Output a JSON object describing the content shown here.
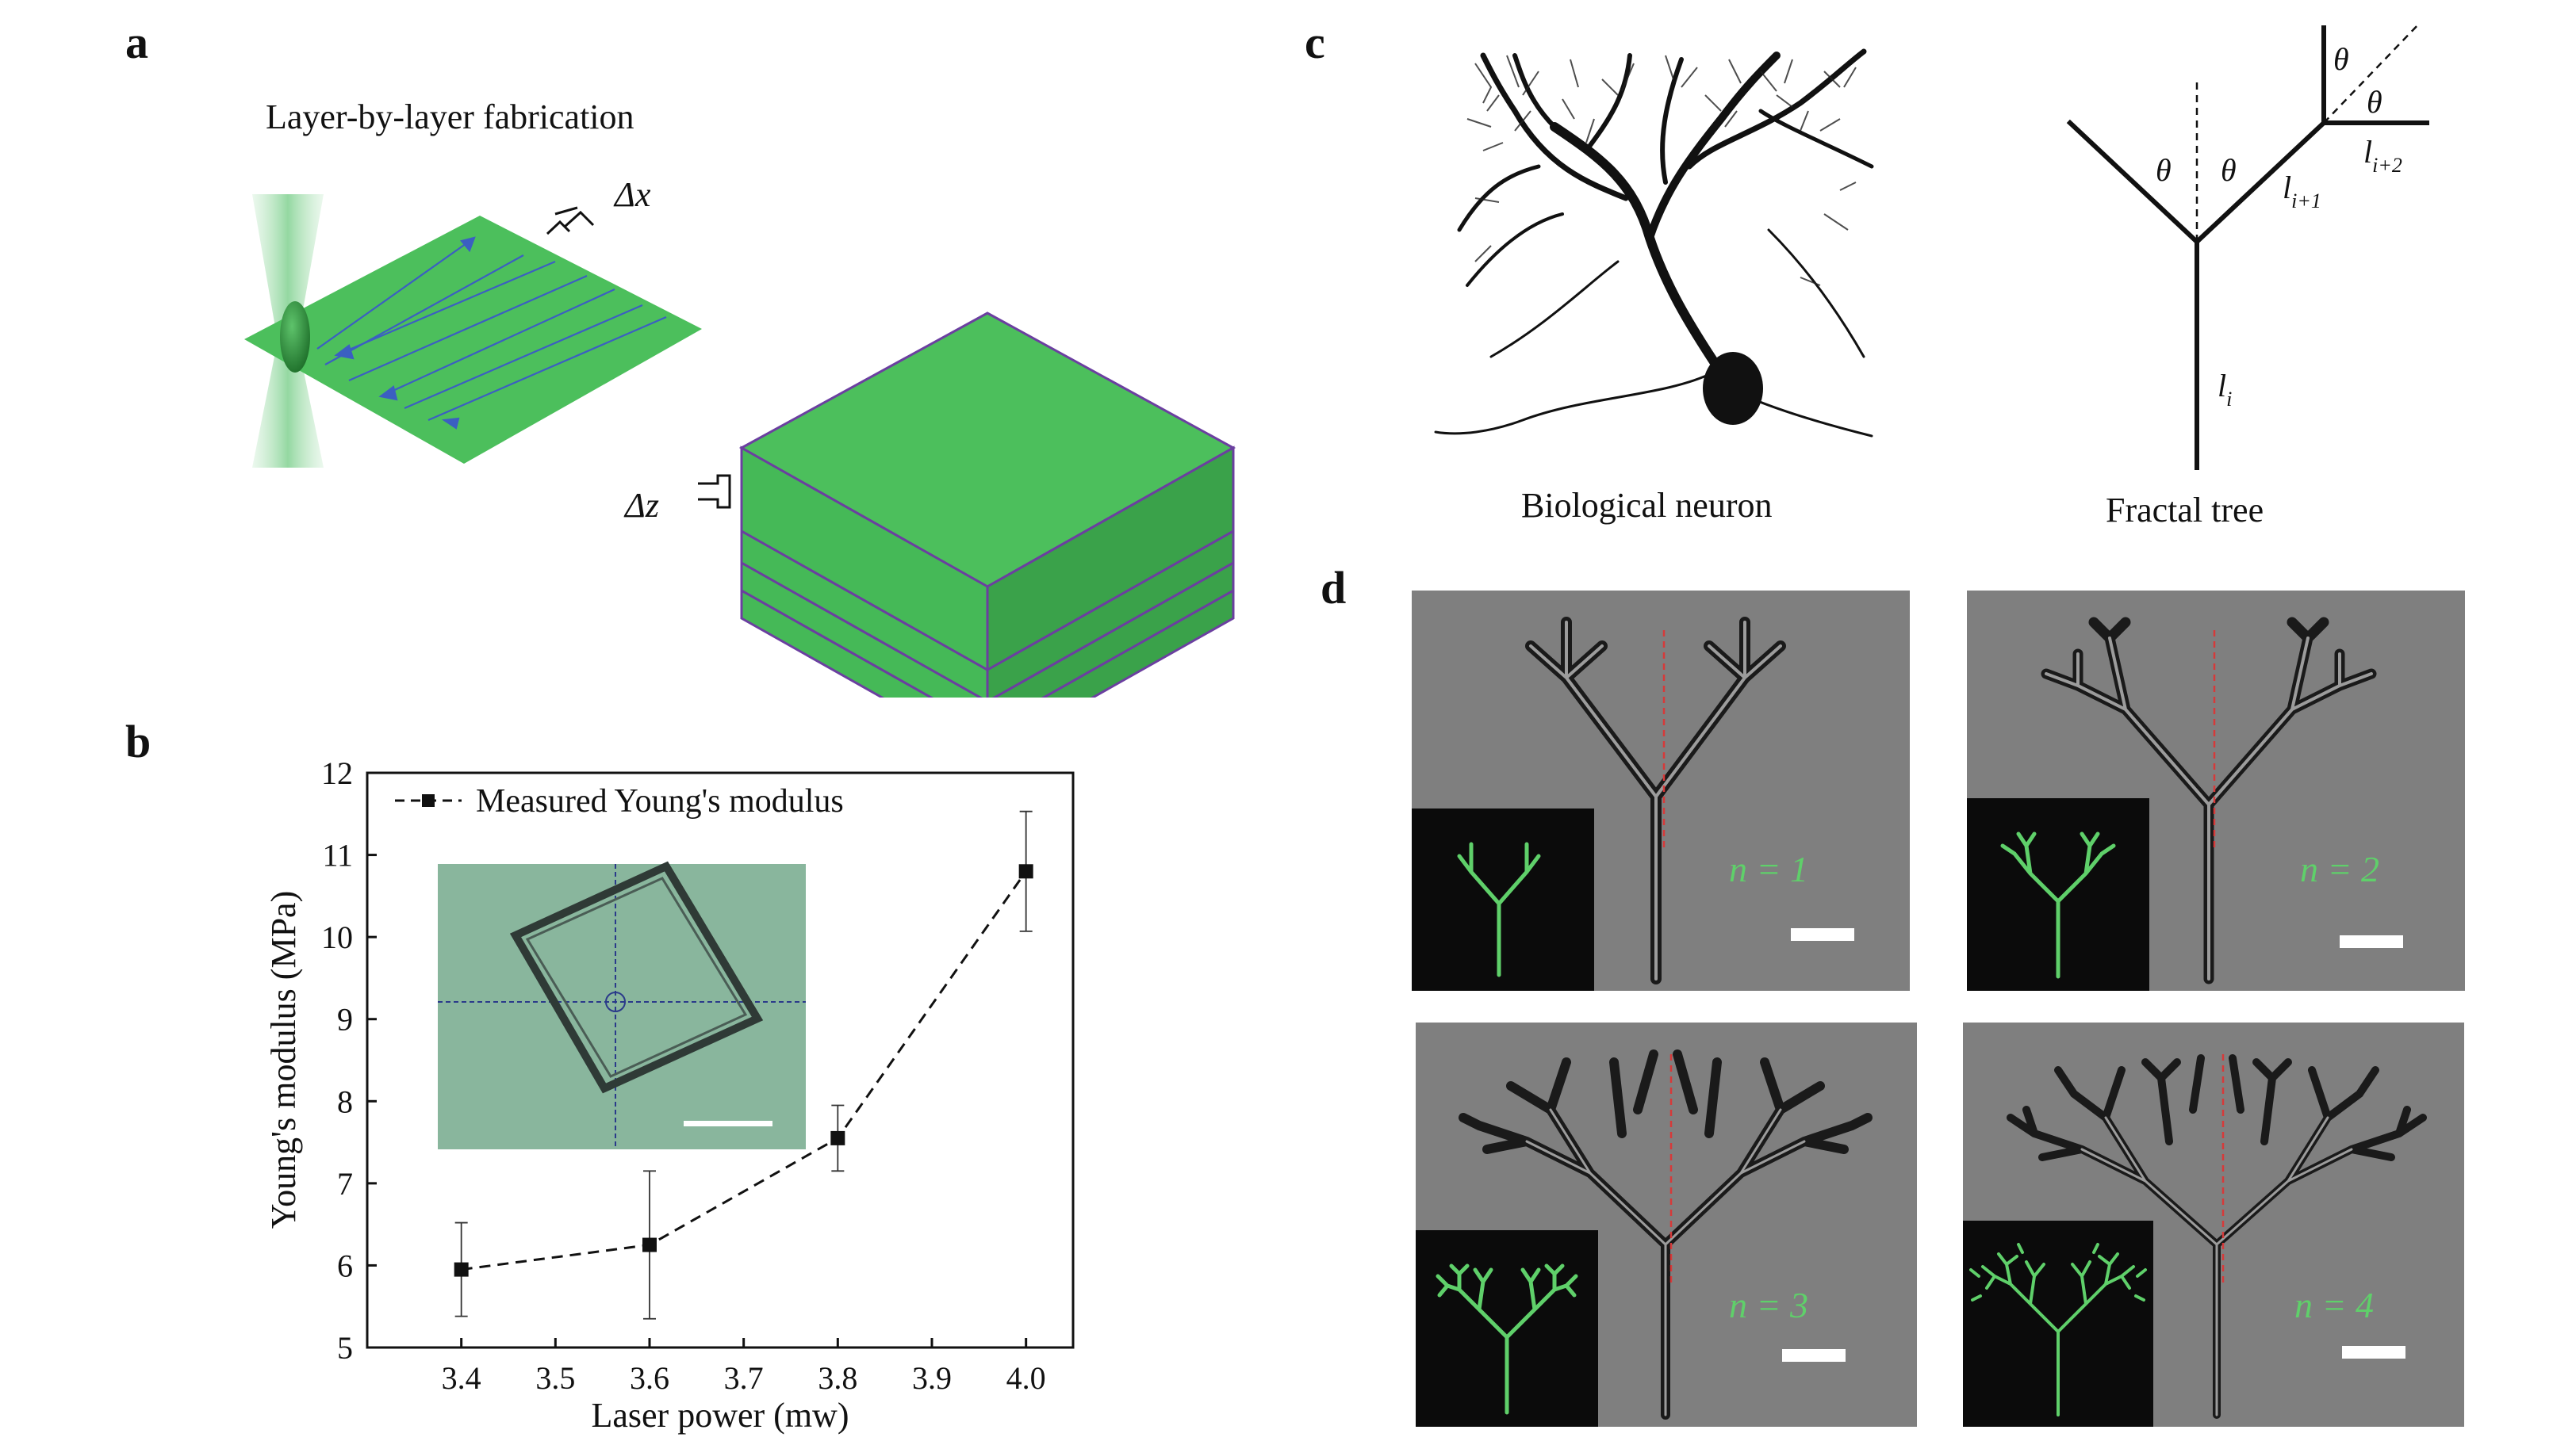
{
  "panels": {
    "a": {
      "label": "a",
      "title": "Layer-by-layer fabrication",
      "dx": "Δx",
      "dz": "Δz"
    },
    "b": {
      "label": "b"
    },
    "c": {
      "label": "c",
      "neuron_caption": "Biological neuron",
      "tree_caption": "Fractal tree",
      "theta": "θ",
      "l_i": "l",
      "l_i_sub": "i",
      "l_i1_sub": "i+1",
      "l_i2_sub": "i+2"
    },
    "d": {
      "label": "d",
      "n_labels": [
        "n = 1",
        "n = 2",
        "n = 3",
        "n = 4"
      ]
    }
  },
  "chart_data": {
    "type": "line",
    "xlabel": "Laser power (mw)",
    "ylabel": "Young's modulus (MPa)",
    "xlim": [
      3.3,
      4.05
    ],
    "ylim": [
      5,
      12
    ],
    "xticks": [
      "3.4",
      "3.5",
      "3.6",
      "3.7",
      "3.8",
      "3.9",
      "4.0"
    ],
    "yticks": [
      "5",
      "6",
      "7",
      "8",
      "9",
      "10",
      "11",
      "12"
    ],
    "legend": "top-left",
    "series": [
      {
        "name": "Measured Young's modulus",
        "x": [
          3.4,
          3.6,
          3.8,
          4.0
        ],
        "y": [
          5.95,
          6.25,
          7.55,
          10.8
        ],
        "err": [
          0.57,
          0.9,
          0.4,
          0.73
        ]
      }
    ],
    "colors": {
      "line": "#111111",
      "marker": "#111111",
      "inset_bg": "#7fae94"
    }
  },
  "colors": {
    "green_layer": "#4cbf5c",
    "green_dark": "#2e8a3b",
    "stack_edge": "#6b3fa0",
    "arrow_blue": "#3b5fc2",
    "micrograph_bg": "#7f7f7f",
    "inset_green": "#5fd06a",
    "centerline_red": "#d63a3a"
  }
}
